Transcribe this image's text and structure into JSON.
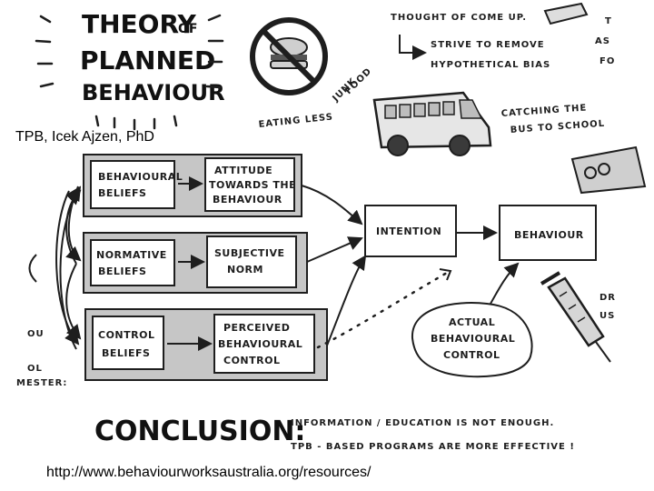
{
  "sketch": {
    "title_lines": [
      "THEORY",
      "OF",
      "PLANNED",
      "BEHAVIOUR"
    ],
    "top_notes": {
      "thought": "THOUGHT OF COME UP.",
      "strive_1": "STRIVE TO REMOVE",
      "strive_2": "HYPOTHETICAL BIAS",
      "edge_1": "T",
      "edge_2": "AS",
      "edge_3": "FO"
    },
    "eating_1": "EATING LESS",
    "eating_2": "JUNK",
    "eating_3": "FOOD",
    "bus_1": "CATCHING THE",
    "bus_2": "BUS TO SCHOOL",
    "boxes": {
      "behavioural_beliefs": [
        "BEHAVIOURAL",
        "BELIEFS"
      ],
      "attitude": [
        "ATTITUDE",
        "TOWARDS THE",
        "BEHAVIOUR"
      ],
      "normative_beliefs": [
        "NORMATIVE",
        "BELIEFS"
      ],
      "subjective_norm": [
        "SUBJECTIVE",
        "NORM"
      ],
      "control_beliefs": [
        "CONTROL",
        "BELIEFS"
      ],
      "perceived_control": [
        "PERCEIVED",
        "BEHAVIOURAL",
        "CONTROL"
      ],
      "intention": "INTENTION",
      "behaviour": "BEHAVIOUR",
      "actual_control": [
        "ACTUAL",
        "BEHAVIOURAL",
        "CONTROL"
      ]
    },
    "left_fragments": [
      "OU",
      "OL",
      "MESTER:"
    ],
    "right_fragments": [
      "DR",
      "US"
    ],
    "conclusion_heading": "CONCLUSION:",
    "conclusion_1": "INFORMATION / EDUCATION IS NOT ENOUGH.",
    "conclusion_2": "TPB - BASED PROGRAMS ARE MORE EFFECTIVE !"
  },
  "captions": {
    "top": "TPB, Icek Ajzen, PhD",
    "bottom": "http://www.behaviourworksaustralia.org/resources/"
  }
}
